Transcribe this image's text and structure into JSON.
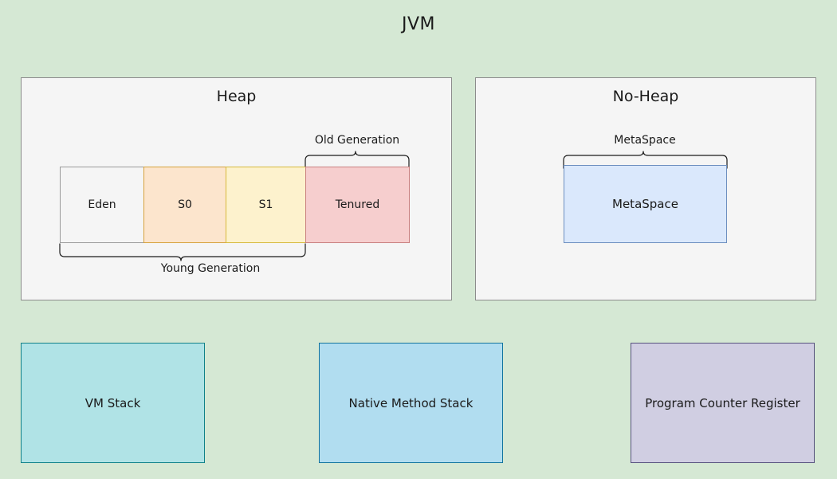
{
  "diagram": {
    "title": "JVM",
    "background_color": "#d5e8d4"
  },
  "panels": [
    {
      "id": "heap",
      "title": "Heap",
      "fill": "#f5f5f5",
      "stroke": "#8c8c8c"
    },
    {
      "id": "no-heap",
      "title": "No-Heap",
      "fill": "#f5f5f5",
      "stroke": "#8c8c8c"
    }
  ],
  "heap": {
    "title": "Heap",
    "segments": [
      {
        "label": "Eden",
        "fill": "#f5f5f5",
        "stroke": "#9a9a9a"
      },
      {
        "label": "S0",
        "fill": "#fce5cd",
        "stroke": "#d6a23c"
      },
      {
        "label": "S1",
        "fill": "#fdf2cd",
        "stroke": "#d6b93c"
      },
      {
        "label": "Tenured",
        "fill": "#f6cece",
        "stroke": "#c97f7f"
      }
    ],
    "braces": [
      {
        "label": "Old Generation",
        "direction": "up",
        "spans": [
          "Tenured"
        ]
      },
      {
        "label": "Young Generation",
        "direction": "down",
        "spans": [
          "Eden",
          "S0",
          "S1"
        ]
      }
    ]
  },
  "no_heap": {
    "title": "No-Heap",
    "brace_label": "MetaSpace",
    "box": {
      "label": "MetaSpace",
      "fill": "#dae8fc",
      "stroke": "#6c8ebf"
    }
  },
  "runtime_areas": [
    {
      "label": "VM Stack",
      "fill": "#b0e3e6",
      "stroke": "#0e8088"
    },
    {
      "label": "Native Method Stack",
      "fill": "#b1ddf0",
      "stroke": "#10739e"
    },
    {
      "label": "Program Counter Register",
      "fill": "#d0cee2",
      "stroke": "#56517e"
    }
  ]
}
